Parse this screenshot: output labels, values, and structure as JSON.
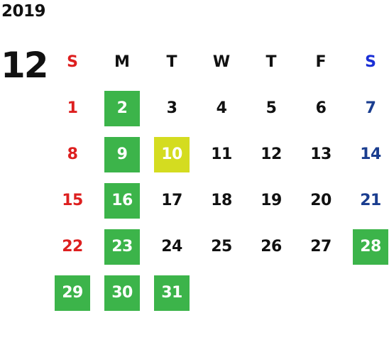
{
  "calendar": {
    "year": "2019",
    "month": "12",
    "weekday_headers": [
      "S",
      "M",
      "T",
      "W",
      "T",
      "F",
      "S"
    ],
    "colors": {
      "sunday": "#dd1f1f",
      "saturday_header": "#1a2fd6",
      "saturday": "#1a3d8f",
      "highlight_green": "#3cb44a",
      "highlight_yellow": "#d4dc20"
    },
    "weeks": [
      [
        {
          "day": "1",
          "highlight": "none"
        },
        {
          "day": "2",
          "highlight": "green"
        },
        {
          "day": "3",
          "highlight": "none"
        },
        {
          "day": "4",
          "highlight": "none"
        },
        {
          "day": "5",
          "highlight": "none"
        },
        {
          "day": "6",
          "highlight": "none"
        },
        {
          "day": "7",
          "highlight": "none"
        }
      ],
      [
        {
          "day": "8",
          "highlight": "none"
        },
        {
          "day": "9",
          "highlight": "green"
        },
        {
          "day": "10",
          "highlight": "yellow"
        },
        {
          "day": "11",
          "highlight": "none"
        },
        {
          "day": "12",
          "highlight": "none"
        },
        {
          "day": "13",
          "highlight": "none"
        },
        {
          "day": "14",
          "highlight": "none"
        }
      ],
      [
        {
          "day": "15",
          "highlight": "none"
        },
        {
          "day": "16",
          "highlight": "green"
        },
        {
          "day": "17",
          "highlight": "none"
        },
        {
          "day": "18",
          "highlight": "none"
        },
        {
          "day": "19",
          "highlight": "none"
        },
        {
          "day": "20",
          "highlight": "none"
        },
        {
          "day": "21",
          "highlight": "none"
        }
      ],
      [
        {
          "day": "22",
          "highlight": "none"
        },
        {
          "day": "23",
          "highlight": "green"
        },
        {
          "day": "24",
          "highlight": "none"
        },
        {
          "day": "25",
          "highlight": "none"
        },
        {
          "day": "26",
          "highlight": "none"
        },
        {
          "day": "27",
          "highlight": "none"
        },
        {
          "day": "28",
          "highlight": "green"
        }
      ],
      [
        {
          "day": "29",
          "highlight": "green"
        },
        {
          "day": "30",
          "highlight": "green"
        },
        {
          "day": "31",
          "highlight": "green"
        },
        {
          "day": "",
          "highlight": "none"
        },
        {
          "day": "",
          "highlight": "none"
        },
        {
          "day": "",
          "highlight": "none"
        },
        {
          "day": "",
          "highlight": "none"
        }
      ]
    ]
  }
}
